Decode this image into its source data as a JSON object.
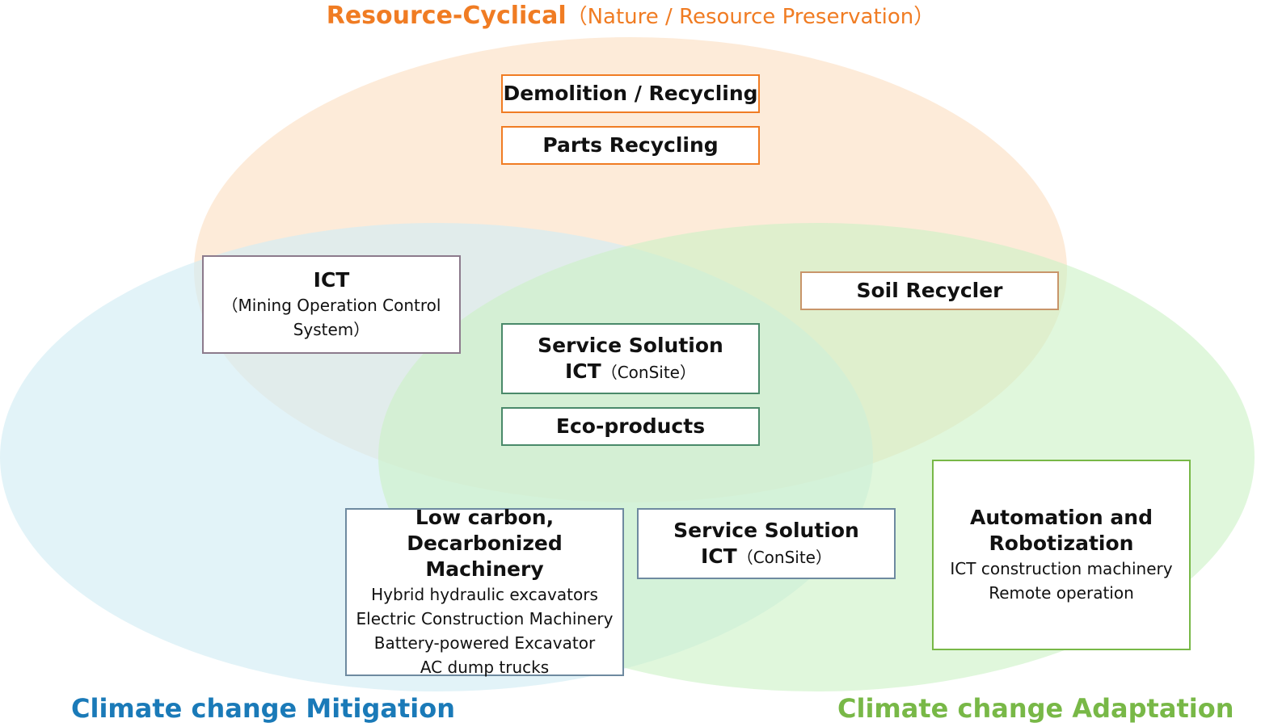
{
  "titles": {
    "top_main": "Resource-Cyclical",
    "top_sub": "（Nature / Resource Preservation）",
    "left": "Climate change Mitigation",
    "right": "Climate change Adaptation"
  },
  "colors": {
    "orange": "#f07c23",
    "blue": "#1a7ab8",
    "green": "#78b847"
  },
  "boxes": {
    "demolition": "Demolition / Recycling",
    "parts": "Parts Recycling",
    "ict_mining": {
      "title": "ICT",
      "line1": "（Mining Operation Control",
      "line2": "System）"
    },
    "soil": "Soil Recycler",
    "service_center": {
      "title": "Service Solution",
      "ict": "ICT",
      "consite": "（ConSite）"
    },
    "eco": "Eco-products",
    "low_carbon": {
      "title1": "Low carbon,",
      "title2": "Decarbonized Machinery",
      "items": [
        "Hybrid hydraulic excavators",
        "Electric Construction Machinery",
        "Battery-powered Excavator",
        "AC dump trucks"
      ]
    },
    "service_lower": {
      "title": "Service Solution",
      "ict": "ICT",
      "consite": "（ConSite）"
    },
    "automation": {
      "title1": "Automation and",
      "title2": "Robotization",
      "line1": "ICT construction machinery",
      "line2": "Remote operation"
    }
  }
}
